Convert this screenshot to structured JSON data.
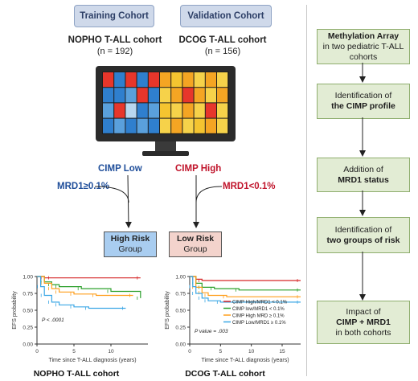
{
  "training": {
    "tag": "Training Cohort",
    "name": "NOPHO T-ALL cohort",
    "n": "(n = 192)"
  },
  "validation": {
    "tag": "Validation Cohort",
    "name": "DCOG T-ALL cohort",
    "n": "(n = 156)"
  },
  "cimp": {
    "low": "CIMP Low",
    "high": "CIMP High",
    "mrd_high": "MRD1≥0.1%",
    "mrd_low": "MRD1<0.1%"
  },
  "risk": {
    "high_line1": "High Risk",
    "high_line2": "Group",
    "low_line1": "Low Risk",
    "low_line2": "Group"
  },
  "colors": {
    "blue_text": "#1f4e9a",
    "red_text": "#c0142b",
    "high_box": "#a9cdf0",
    "low_box": "#f3d3cc",
    "flow_fill": "#e2ecd4",
    "cohort_fill": "#cfd9ea"
  },
  "flow": [
    {
      "pre": "",
      "bold": "Methylation Array",
      "post": "in two pediatric T-ALL cohorts"
    },
    {
      "pre": "Identification of",
      "bold": "the CIMP profile",
      "post": ""
    },
    {
      "pre": "Addition of",
      "bold": "MRD1 status",
      "post": ""
    },
    {
      "pre": "Identification of",
      "bold": "two groups of risk",
      "post": ""
    },
    {
      "pre": "Impact of",
      "bold": "CIMP + MRD1",
      "post": "in both cohorts"
    }
  ],
  "heatmap_colors": [
    [
      "#e7362b",
      "#2f7fce",
      "#e7362b",
      "#2f7fce",
      "#e7362b",
      "#f4a523",
      "#f4c430",
      "#f4a523",
      "#f6d24a",
      "#f4a523",
      "#f6d24a"
    ],
    [
      "#2f7fce",
      "#2f7fce",
      "#5aa0dc",
      "#e7362b",
      "#2f7fce",
      "#f6d24a",
      "#f4a523",
      "#e7362b",
      "#f4a523",
      "#f6d24a",
      "#f4a523"
    ],
    [
      "#5aa0dc",
      "#e7362b",
      "#b9d7ef",
      "#2f7fce",
      "#5aa0dc",
      "#f4c430",
      "#f6d24a",
      "#f4a523",
      "#f6d24a",
      "#e7362b",
      "#f6d24a"
    ],
    [
      "#2f7fce",
      "#5aa0dc",
      "#2f7fce",
      "#5aa0dc",
      "#2f7fce",
      "#f6d24a",
      "#f4a523",
      "#f6d24a",
      "#f4c430",
      "#f4a523",
      "#f6d24a"
    ]
  ],
  "chart_data": [
    {
      "type": "line",
      "title": "NOPHO T-ALL cohort",
      "xlabel": "Time since T-ALL diagnosis (years)",
      "ylabel": "EFS probability",
      "xticks": [
        "0",
        "5",
        "10"
      ],
      "yticks": [
        "0.00",
        "0.25",
        "0.50",
        "0.75",
        "1.00"
      ],
      "xlim": [
        0,
        15
      ],
      "ylim": [
        0,
        1
      ],
      "annotation": "P < .0001",
      "series": [
        {
          "color": "#d62728",
          "x": [
            0,
            1,
            2,
            14
          ],
          "y": [
            1,
            0.98,
            0.98,
            0.98
          ]
        },
        {
          "color": "#2ca02c",
          "x": [
            0,
            1,
            2,
            3,
            6,
            10,
            14
          ],
          "y": [
            1,
            0.92,
            0.88,
            0.85,
            0.82,
            0.78,
            0.68
          ]
        },
        {
          "color": "#ff9f1c",
          "x": [
            0,
            1,
            2,
            3,
            5,
            8,
            13
          ],
          "y": [
            1,
            0.9,
            0.82,
            0.77,
            0.74,
            0.72,
            0.72
          ]
        },
        {
          "color": "#3ba7e5",
          "x": [
            0,
            0.5,
            1,
            2,
            3,
            5,
            7,
            12
          ],
          "y": [
            1,
            0.85,
            0.72,
            0.62,
            0.58,
            0.55,
            0.53,
            0.53
          ]
        }
      ]
    },
    {
      "type": "line",
      "title": "DCOG T-ALL cohort",
      "xlabel": "Time since T-ALL diagnosis (years)",
      "ylabel": "EFS probability",
      "xticks": [
        "0",
        "5",
        "10",
        "15"
      ],
      "yticks": [
        "0.00",
        "0.25",
        "0.50",
        "0.75",
        "1.00"
      ],
      "xlim": [
        0,
        18
      ],
      "ylim": [
        0,
        1
      ],
      "annotation": "P value = .003",
      "legend": [
        "CIMP High/MRD1 < 0.1%",
        "CIMP low/MRD1 < 0.1%",
        "CIMP High MRD ≥ 0.1%",
        "CIMP Low/MRD1 ≥ 0.1%"
      ],
      "series": [
        {
          "color": "#d62728",
          "x": [
            0,
            1,
            2,
            18
          ],
          "y": [
            1,
            0.96,
            0.94,
            0.94
          ]
        },
        {
          "color": "#2ca02c",
          "x": [
            0,
            1,
            2,
            4,
            8,
            18
          ],
          "y": [
            1,
            0.9,
            0.84,
            0.82,
            0.8,
            0.8
          ]
        },
        {
          "color": "#ff9f1c",
          "x": [
            0,
            1,
            2,
            3,
            6,
            18
          ],
          "y": [
            1,
            0.84,
            0.76,
            0.72,
            0.7,
            0.7
          ]
        },
        {
          "color": "#3ba7e5",
          "x": [
            0,
            0.5,
            1,
            2,
            3,
            5,
            18
          ],
          "y": [
            1,
            0.85,
            0.75,
            0.68,
            0.64,
            0.62,
            0.62
          ]
        }
      ]
    }
  ]
}
